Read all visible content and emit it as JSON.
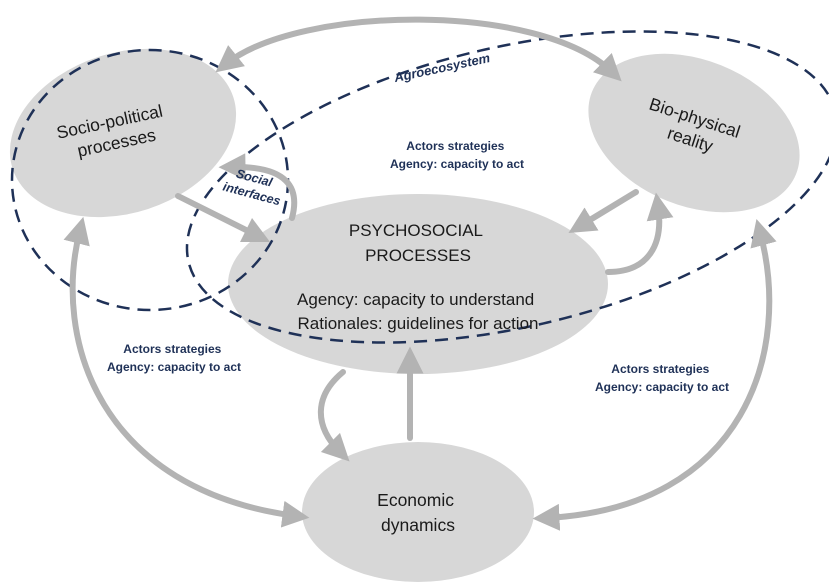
{
  "nodes": {
    "socio_political": {
      "line1": "Socio-political",
      "line2": "processes"
    },
    "bio_physical": {
      "line1": "Bio-physical",
      "line2": "reality"
    },
    "psychosocial": {
      "title1": "PSYCHOSOCIAL",
      "title2": "PROCESSES",
      "line1": "Agency: capacity to understand",
      "line2": "Rationales: guidelines for action"
    },
    "economic": {
      "line1": "Economic",
      "line2": "dynamics"
    }
  },
  "boundaries": {
    "agroecosystem": "Agroecosystem",
    "social_interfaces": {
      "line1": "Social",
      "line2": "interfaces"
    }
  },
  "annotations": {
    "top_center": {
      "line1": "Actors strategies",
      "line2": "Agency: capacity to act"
    },
    "left": {
      "line1": "Actors strategies",
      "line2": "Agency: capacity to act"
    },
    "right": {
      "line1": "Actors strategies",
      "line2": "Agency: capacity to act"
    }
  },
  "colors": {
    "node_fill": "#d7d7d7",
    "arrow": "#b3b3b3",
    "dashed_boundary": "#1f3157",
    "label_blue": "#1f3157"
  }
}
